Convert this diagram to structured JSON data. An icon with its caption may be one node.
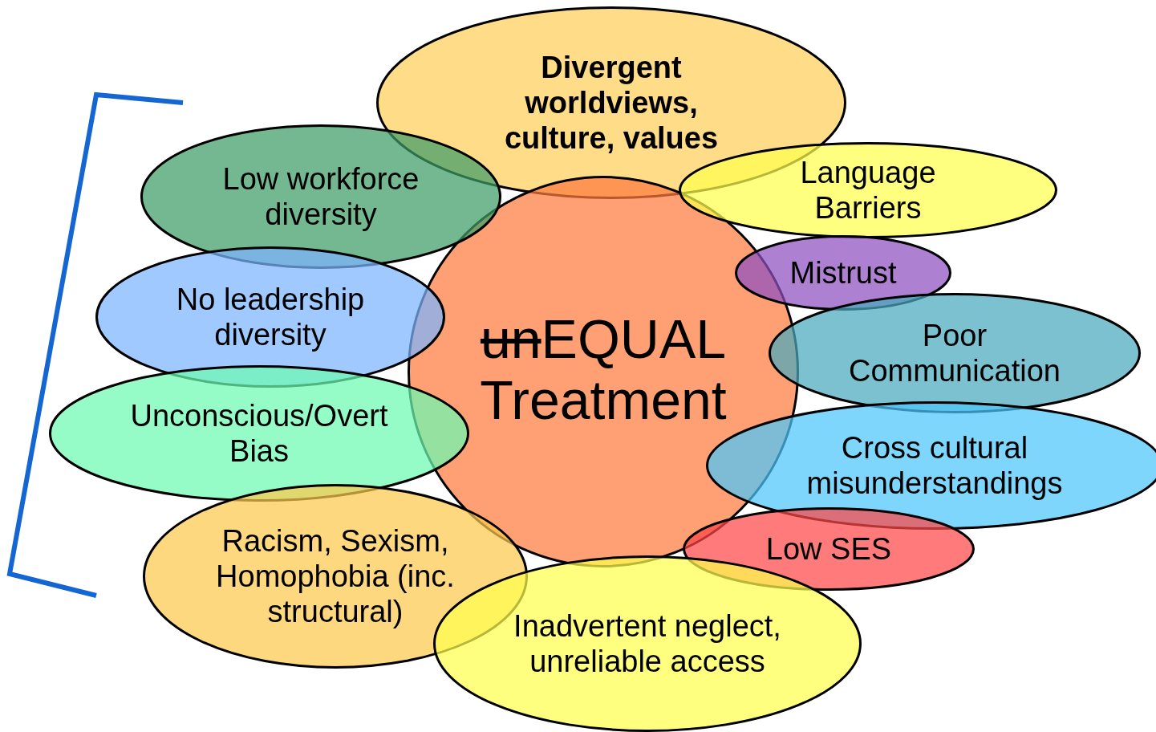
{
  "diagram": {
    "nodes": [
      {
        "text": [
          "Divergent worldviews, culture, values"
        ]
      },
      {
        "text": [
          "un",
          "EQUAL",
          "Treatment"
        ]
      },
      {
        "text": [
          "Low workforce diversity"
        ]
      },
      {
        "text": [
          "Language Barriers"
        ]
      },
      {
        "text": [
          "Mistrust"
        ]
      },
      {
        "text": [
          "No leadership diversity"
        ]
      },
      {
        "text": [
          "Poor Communication"
        ]
      },
      {
        "text": [
          "Unconscious/Overt Bias"
        ]
      },
      {
        "text": [
          "Cross cultural misunderstandings"
        ]
      },
      {
        "text": [
          "Low SES"
        ]
      },
      {
        "text": [
          "Racism, Sexism, Homophobia (inc. structural)"
        ]
      },
      {
        "text": [
          "Inadvertent neglect, unreliable access"
        ]
      }
    ]
  }
}
